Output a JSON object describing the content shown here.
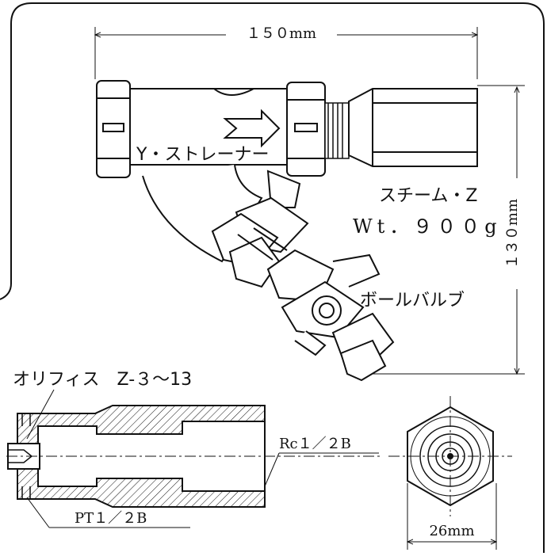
{
  "labels": {
    "width_dim": "１５０mm",
    "height_dim": "１３０mm",
    "y_strainer": "Y・ストレーナー",
    "steam_z": "スチーム・Z",
    "weight": "Wt．９００g",
    "ball_valve": "ボールバルブ",
    "orifice": "オリフィス　Z-３～13",
    "rc": "Rc１／２B",
    "pt": "PT１／２B",
    "hex_dim": "26mm"
  },
  "colors": {
    "line": "#111111",
    "background": "#ffffff"
  }
}
